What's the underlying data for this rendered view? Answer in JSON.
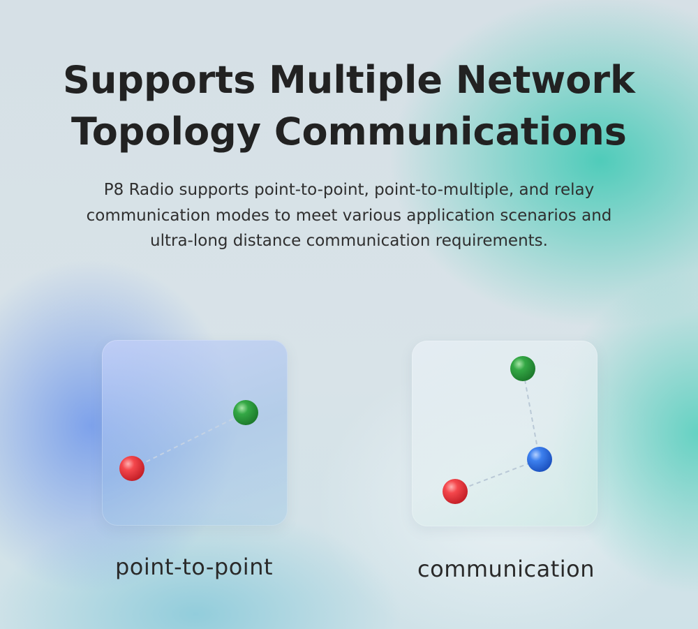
{
  "heading": {
    "title": "Supports Multiple Network Topology Communications",
    "description": "P8 Radio supports point-to-point, point-to-multiple, and relay communication modes to meet various application scenarios and ultra-long distance communication requirements."
  },
  "topologies": [
    {
      "caption": "point-to-point",
      "nodes": [
        "red-node-icon",
        "green-node-icon"
      ]
    },
    {
      "caption": "communication",
      "nodes": [
        "red-node-icon",
        "blue-node-icon",
        "green-node-icon"
      ]
    }
  ],
  "colors": {
    "red_node": "#e8373d",
    "green_node": "#2e9e3e",
    "blue_node": "#2f6fe0",
    "link": "#b8c8d8",
    "title": "#222222"
  }
}
